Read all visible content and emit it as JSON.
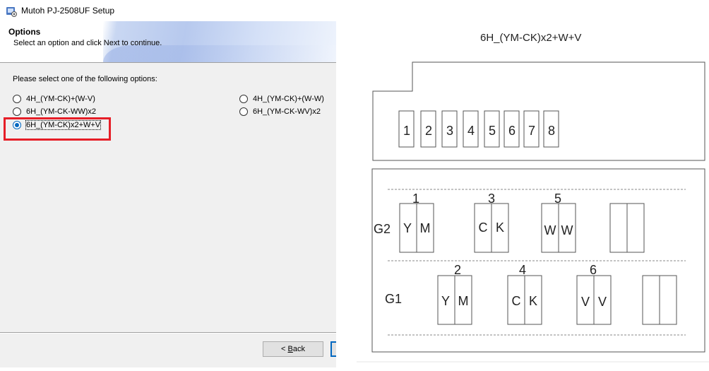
{
  "window": {
    "title": "Mutoh PJ-2508UF Setup"
  },
  "header": {
    "title": "Options",
    "subtitle": "Select an option and click Next to continue."
  },
  "content": {
    "prompt": "Please select one of the following options:"
  },
  "options": [
    {
      "label": "4H_(YM-CK)+(W-V)",
      "checked": false
    },
    {
      "label": "6H_(YM-CK-WW)x2",
      "checked": false
    },
    {
      "label": "6H_(YM-CK)x2+W+V",
      "checked": true
    },
    {
      "label": "4H_(YM-CK)+(W-W)",
      "checked": false
    },
    {
      "label": "6H_(YM-CK-WV)x2",
      "checked": false
    }
  ],
  "buttons": {
    "back": {
      "accel": "B",
      "rest": "ack"
    }
  },
  "diagram": {
    "title": "6H_(YM-CK)x2+W+V",
    "slots": [
      "1",
      "2",
      "3",
      "4",
      "5",
      "6",
      "7",
      "8"
    ],
    "groups": {
      "g2": {
        "label": "G2",
        "heads": [
          {
            "number": "1",
            "left": "Y",
            "right": "M"
          },
          {
            "number": "3",
            "left": "C",
            "right": "K"
          },
          {
            "number": "5",
            "left": "W",
            "right": "W"
          }
        ]
      },
      "g1": {
        "label": "G1",
        "heads": [
          {
            "number": "2",
            "left": "Y",
            "right": "M"
          },
          {
            "number": "4",
            "left": "C",
            "right": "K"
          },
          {
            "number": "6",
            "left": "V",
            "right": "V"
          }
        ]
      }
    }
  }
}
